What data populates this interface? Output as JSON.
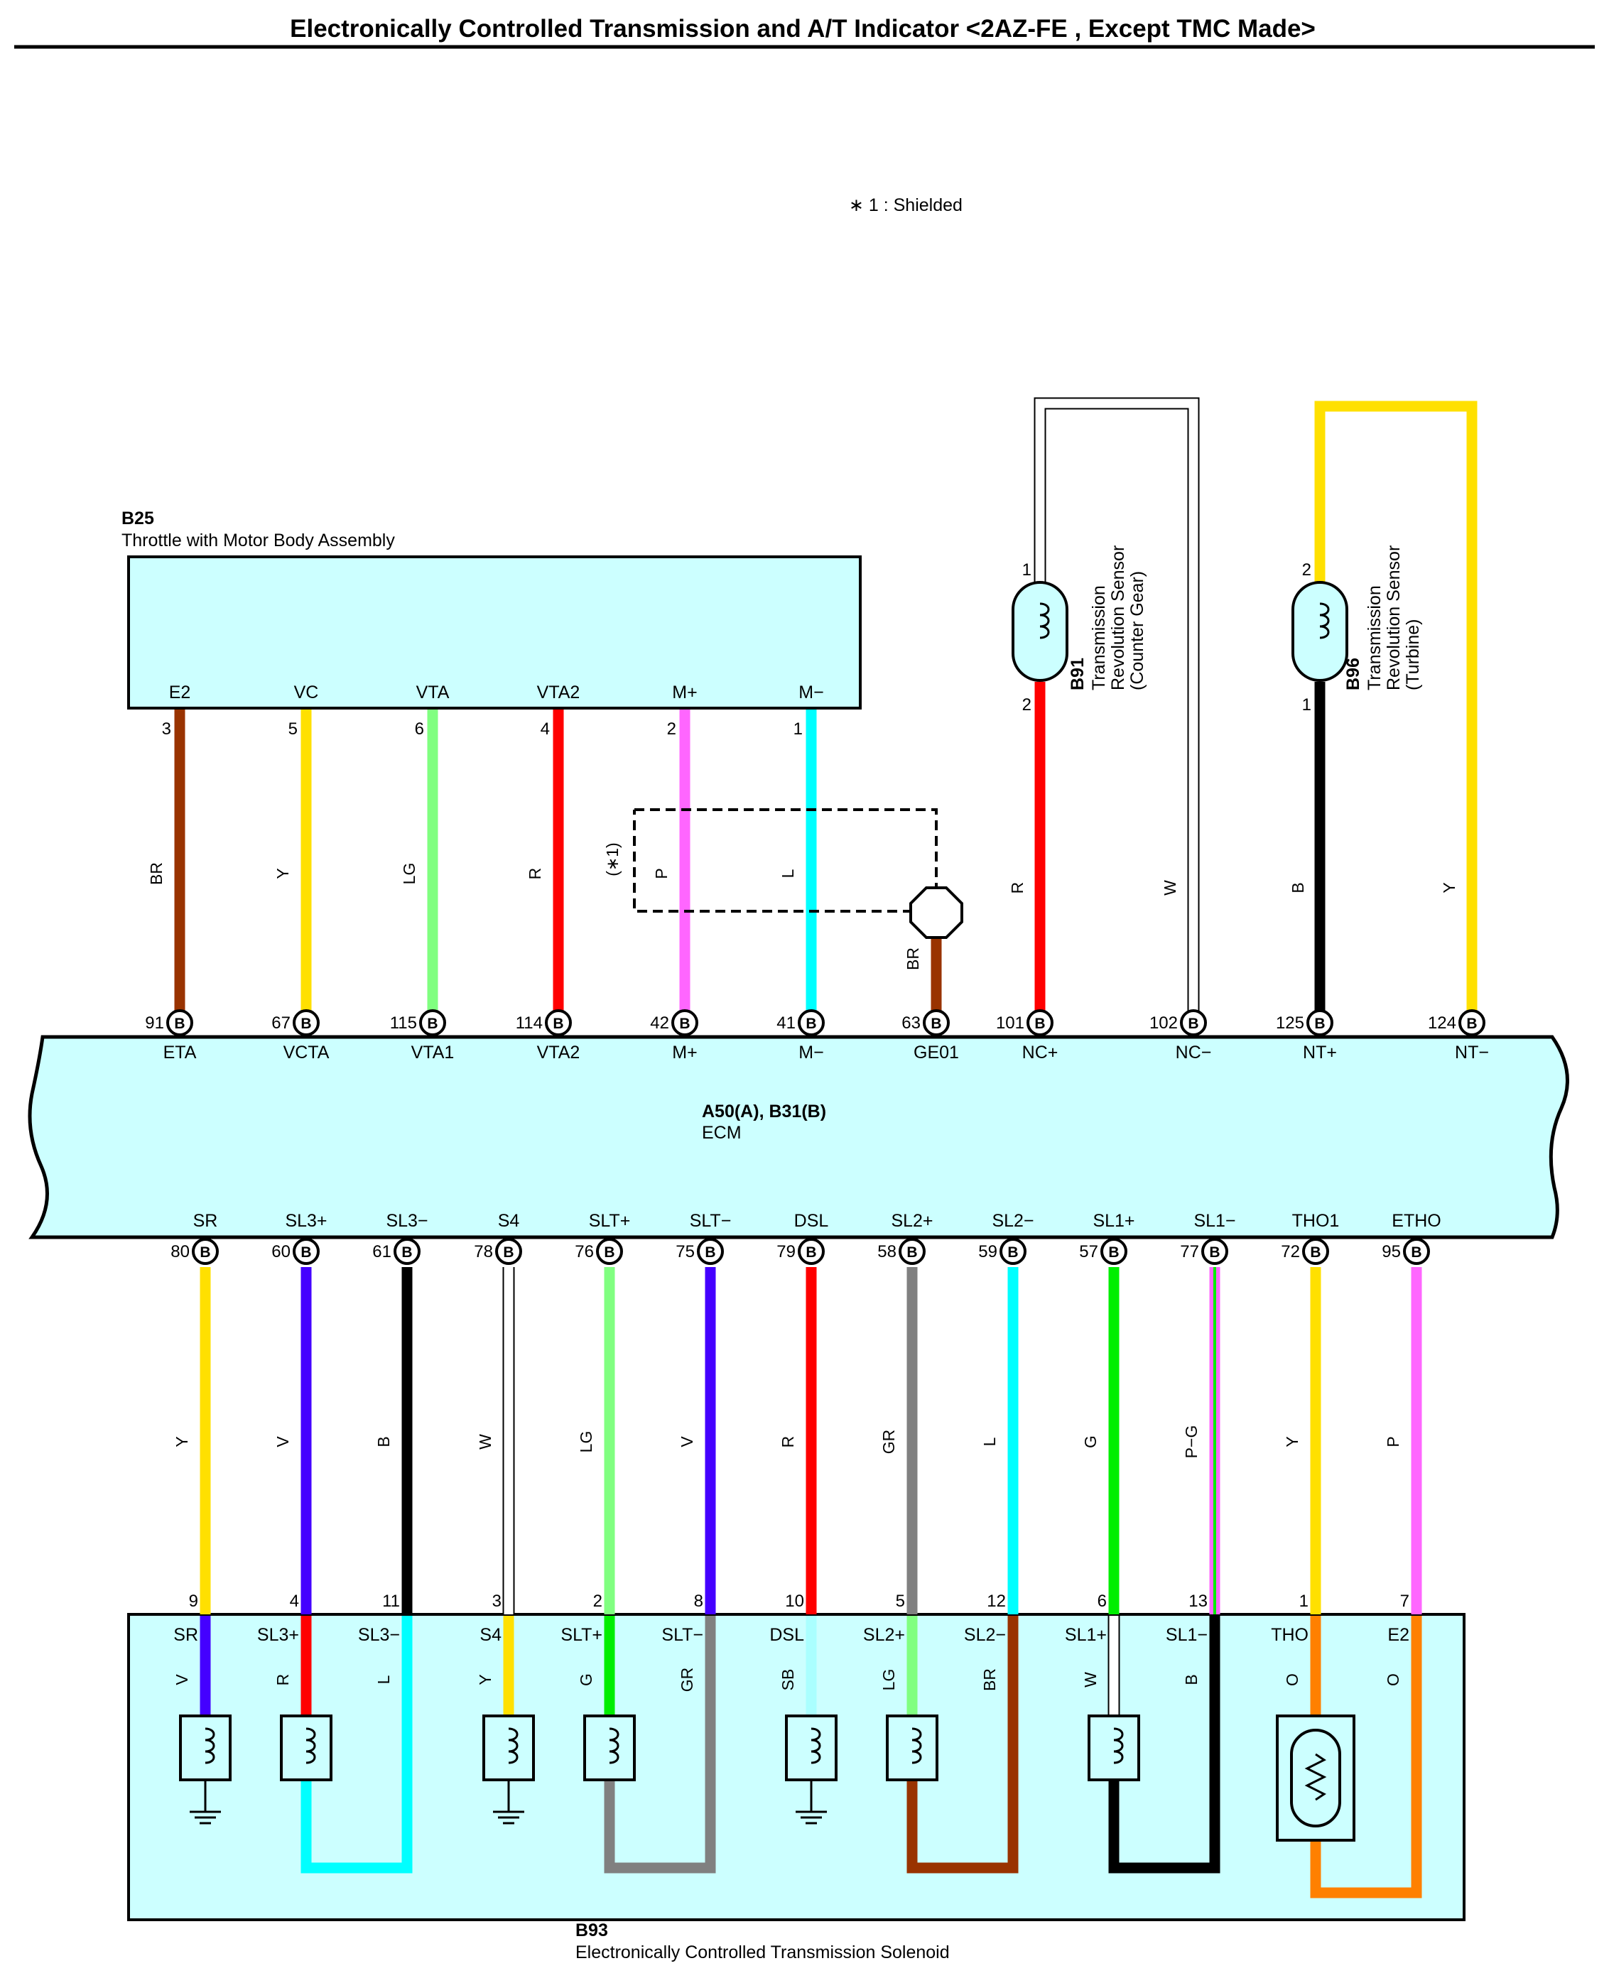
{
  "title": "Electronically Controlled Transmission and A/T Indicator <2AZ-FE , Except TMC Made>",
  "note": "∗ 1 : Shielded",
  "shield_label": "(∗1)",
  "ecm": {
    "code": "A50(A), B31(B)",
    "name": "ECM"
  },
  "throttle": {
    "code": "B25",
    "name": "Throttle with Motor Body Assembly"
  },
  "solenoid": {
    "code": "B93",
    "name": "Electronically Controlled Transmission Solenoid"
  },
  "sensor_b91": {
    "code": "B91",
    "name_lines": [
      "Transmission",
      "Revolution Sensor",
      "(Counter Gear)"
    ],
    "pins": [
      "1",
      "2"
    ]
  },
  "sensor_b96": {
    "code": "B96",
    "name_lines": [
      "Transmission",
      "Revolution Sensor",
      "(Turbine)"
    ],
    "pins": [
      "2",
      "1"
    ]
  },
  "connector_letter": "B",
  "colors": {
    "BR": "#993300",
    "Y": "#ffe000",
    "LG": "#80ff80",
    "R": "#ff0000",
    "P": "#ff66ff",
    "L": "#00ffff",
    "W": "#ffffff",
    "B": "#000000",
    "V": "#4400ff",
    "GR": "#808080",
    "G": "#00ee00",
    "SB": "#aaffff",
    "O": "#ff8000",
    "box_fill": "#ccffff"
  },
  "throttle_wires": [
    {
      "term": "E2",
      "pin": "3",
      "wire": "BR",
      "ecm_pin": "91",
      "ecm_term": "ETA"
    },
    {
      "term": "VC",
      "pin": "5",
      "wire": "Y",
      "ecm_pin": "67",
      "ecm_term": "VCTA"
    },
    {
      "term": "VTA",
      "pin": "6",
      "wire": "LG",
      "ecm_pin": "115",
      "ecm_term": "VTA1"
    },
    {
      "term": "VTA2",
      "pin": "4",
      "wire": "R",
      "ecm_pin": "114",
      "ecm_term": "VTA2"
    },
    {
      "term": "M+",
      "pin": "2",
      "wire": "P",
      "ecm_pin": "42",
      "ecm_term": "M+"
    },
    {
      "term": "M−",
      "pin": "1",
      "wire": "L",
      "ecm_pin": "41",
      "ecm_term": "M−"
    }
  ],
  "ground_wire": {
    "wire": "BR",
    "ecm_pin": "63",
    "ecm_term": "GE01"
  },
  "sensor_wires": [
    {
      "wire": "R",
      "ecm_pin": "101",
      "ecm_term": "NC+"
    },
    {
      "wire": "W",
      "ecm_pin": "102",
      "ecm_term": "NC−"
    },
    {
      "wire": "B",
      "ecm_pin": "125",
      "ecm_term": "NT+"
    },
    {
      "wire": "Y",
      "ecm_pin": "124",
      "ecm_term": "NT−"
    }
  ],
  "bottom_wires": [
    {
      "ecm_term": "SR",
      "ecm_pin": "80",
      "wire": "Y",
      "sol_pin": "9",
      "sol_term": "SR",
      "inner": "V"
    },
    {
      "ecm_term": "SL3+",
      "ecm_pin": "60",
      "wire": "V",
      "sol_pin": "4",
      "sol_term": "SL3+",
      "inner": "R"
    },
    {
      "ecm_term": "SL3−",
      "ecm_pin": "61",
      "wire": "B",
      "sol_pin": "11",
      "sol_term": "SL3−",
      "inner": "L"
    },
    {
      "ecm_term": "S4",
      "ecm_pin": "78",
      "wire": "W",
      "sol_pin": "3",
      "sol_term": "S4",
      "inner": "Y"
    },
    {
      "ecm_term": "SLT+",
      "ecm_pin": "76",
      "wire": "LG",
      "sol_pin": "2",
      "sol_term": "SLT+",
      "inner": "G"
    },
    {
      "ecm_term": "SLT−",
      "ecm_pin": "75",
      "wire": "V",
      "sol_pin": "8",
      "sol_term": "SLT−",
      "inner": "GR"
    },
    {
      "ecm_term": "DSL",
      "ecm_pin": "79",
      "wire": "R",
      "sol_pin": "10",
      "sol_term": "DSL",
      "inner": "SB"
    },
    {
      "ecm_term": "SL2+",
      "ecm_pin": "58",
      "wire": "GR",
      "sol_pin": "5",
      "sol_term": "SL2+",
      "inner": "LG"
    },
    {
      "ecm_term": "SL2−",
      "ecm_pin": "59",
      "wire": "L",
      "sol_pin": "12",
      "sol_term": "SL2−",
      "inner": "BR"
    },
    {
      "ecm_term": "SL1+",
      "ecm_pin": "57",
      "wire": "G",
      "sol_pin": "6",
      "sol_term": "SL1+",
      "inner": "W"
    },
    {
      "ecm_term": "SL1−",
      "ecm_pin": "77",
      "wire": "P−G",
      "sol_pin": "13",
      "sol_term": "SL1−",
      "inner": "B"
    },
    {
      "ecm_term": "THO1",
      "ecm_pin": "72",
      "wire": "Y",
      "sol_pin": "1",
      "sol_term": "THO",
      "inner": "O"
    },
    {
      "ecm_term": "ETHO",
      "ecm_pin": "95",
      "wire": "P",
      "sol_pin": "7",
      "sol_term": "E2",
      "inner": "O"
    }
  ]
}
